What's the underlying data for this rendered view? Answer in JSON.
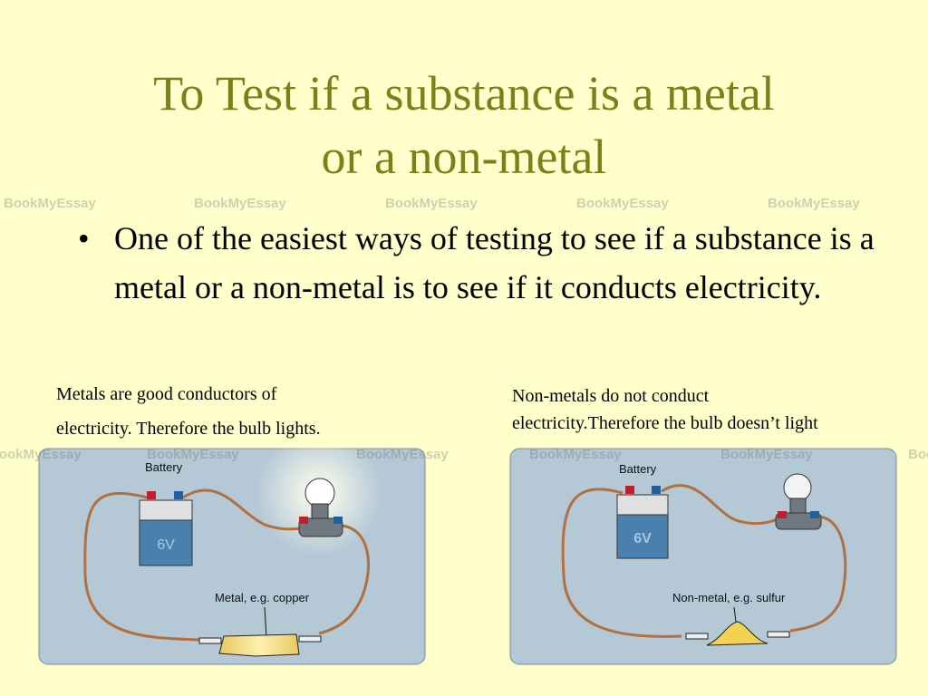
{
  "title": {
    "line1": "To Test if a substance is a metal",
    "line2": "or a non-metal"
  },
  "bullet": "One of the easiest ways of testing to see if a substance is a metal or a non-metal is to see if it conducts electricity.",
  "left_caption": {
    "line1": "Metals are good conductors of",
    "line2": "electricity. Therefore the bulb lights."
  },
  "right_caption": {
    "line1": "Non-metals do not conduct",
    "line2": "electricity.Therefore the bulb doesn’t light"
  },
  "left_diagram": {
    "battery_label": "Battery",
    "voltage": "6V",
    "sample_label": "Metal, e.g. copper",
    "bulb_lit": true
  },
  "right_diagram": {
    "battery_label": "Battery",
    "voltage": "6V",
    "sample_label": "Non-metal, e.g. sulfur",
    "bulb_lit": false
  },
  "watermark": "BookMyEssay",
  "colors": {
    "background": "#ffffcc",
    "title": "#7f7f1a",
    "diagram_bg": "#b4c8d6",
    "wire": "#b07040"
  }
}
